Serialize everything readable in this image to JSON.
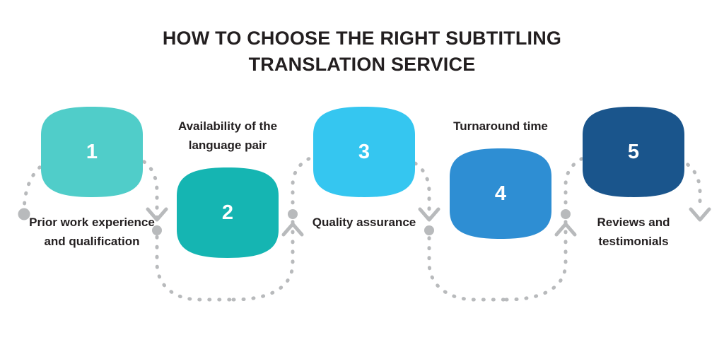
{
  "title": {
    "line1": "HOW TO CHOOSE THE RIGHT SUBTITLING",
    "line2": "TRANSLATION SERVICE"
  },
  "colors": {
    "background": "#ffffff",
    "text": "#231f20",
    "connector": "#b8babc",
    "number_text": "#ffffff"
  },
  "steps": [
    {
      "number": "1",
      "label": "Prior work experience and qualification",
      "color": "#50cdc9",
      "label_position": "below"
    },
    {
      "number": "2",
      "label": "Availability of the language pair",
      "color": "#15b5b2",
      "label_position": "above"
    },
    {
      "number": "3",
      "label": "Quality assurance",
      "color": "#35c6f0",
      "label_position": "below"
    },
    {
      "number": "4",
      "label": "Turnaround time",
      "color": "#2e8ed3",
      "label_position": "above"
    },
    {
      "number": "5",
      "label": "Reviews and testimonials",
      "color": "#1a558c",
      "label_position": "below"
    }
  ]
}
